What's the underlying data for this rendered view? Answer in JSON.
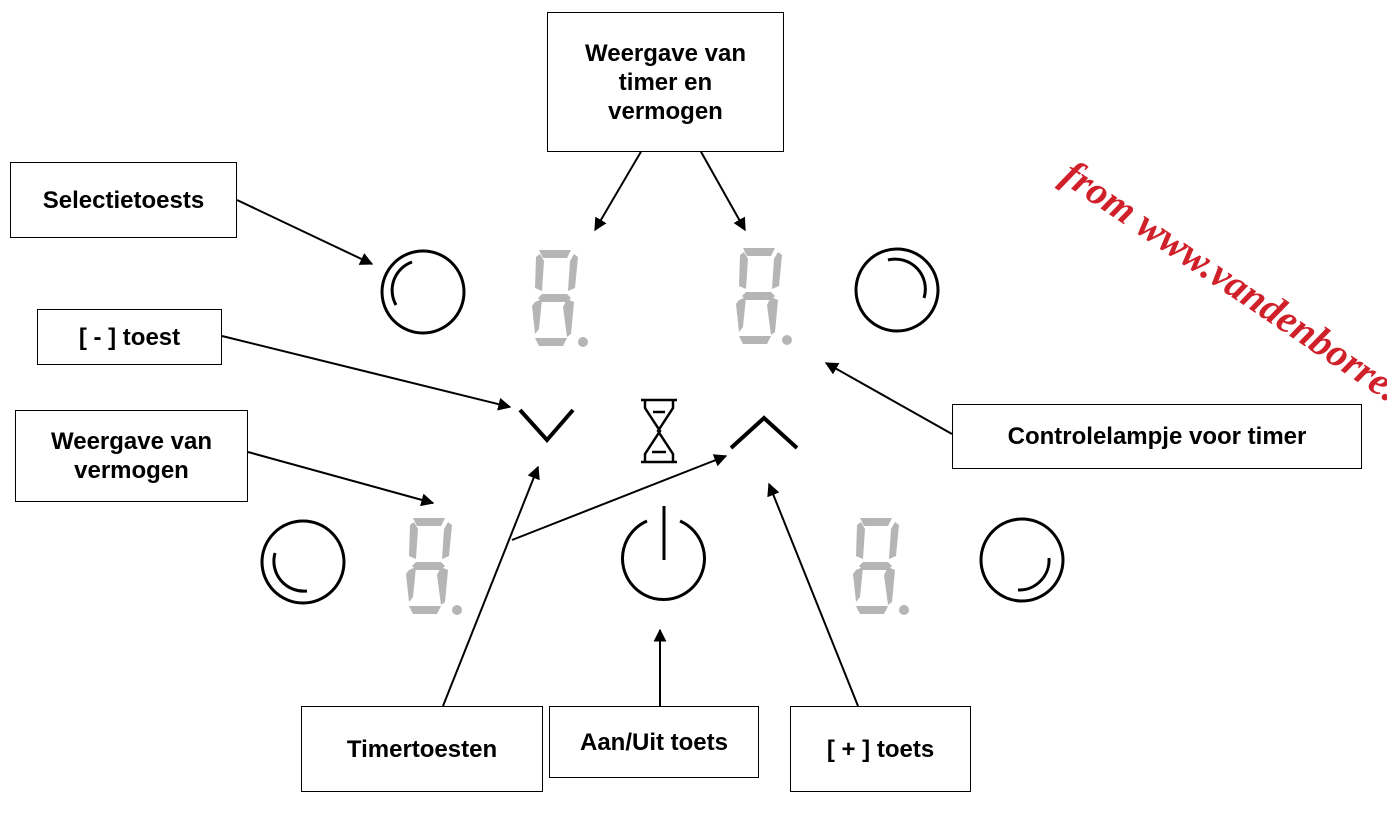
{
  "labels": {
    "display_timer_power": "Weergave van\ntimer en\nvermogen",
    "selection_key": "Selectietoests",
    "minus_key": "[ - ] toest",
    "display_power": "Weergave van\nvermogen",
    "timer_indicator": "Controlelampje voor timer",
    "timer_keys": "Timertoesten",
    "on_off_key": "Aan/Uit toets",
    "plus_key": "[ + ] toets"
  },
  "watermark": "from www.vandenborre.be",
  "icons": {
    "selection_buttons": "ring-button-icon",
    "displays": "seven-segment-digit-icon",
    "minus": "chevron-down-icon",
    "plus": "chevron-up-icon",
    "timer": "hourglass-icon",
    "power": "power-icon"
  },
  "colors": {
    "segment": "#b5b5b5",
    "line": "#000000",
    "watermark": "#d0202a"
  }
}
